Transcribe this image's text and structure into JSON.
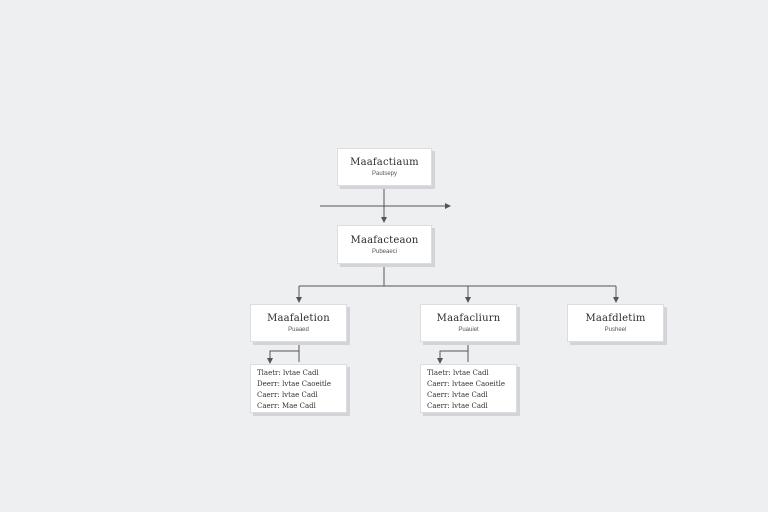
{
  "diagram": {
    "colors": {
      "background": "#eeeff1",
      "line": "#555555",
      "box": "#ffffff"
    },
    "root": {
      "title": "Maafactiaum",
      "subtitle": "Pautsepy"
    },
    "middle": {
      "title": "Maafacteaon",
      "subtitle": "Pubeaeci"
    },
    "children": [
      {
        "title": "Maafaletion",
        "subtitle": "Puaaed",
        "items": [
          "Tlaetr: lvtae Cadl",
          "Deerr: lvtae Caoeitle",
          "Caerr: lvtae Cadl",
          "Caerr: Mae Cadl"
        ]
      },
      {
        "title": "Maafacliurn",
        "subtitle": "Puauiet",
        "items": [
          "Tlaetr: lvtae Cadl",
          "Caerr: lvtaee Caoeitle",
          "Caerr: lvtae Cadl",
          "Caerr: lvtae Cadl"
        ]
      },
      {
        "title": "Maafdletim",
        "subtitle": "Pusheel",
        "items": []
      }
    ]
  }
}
